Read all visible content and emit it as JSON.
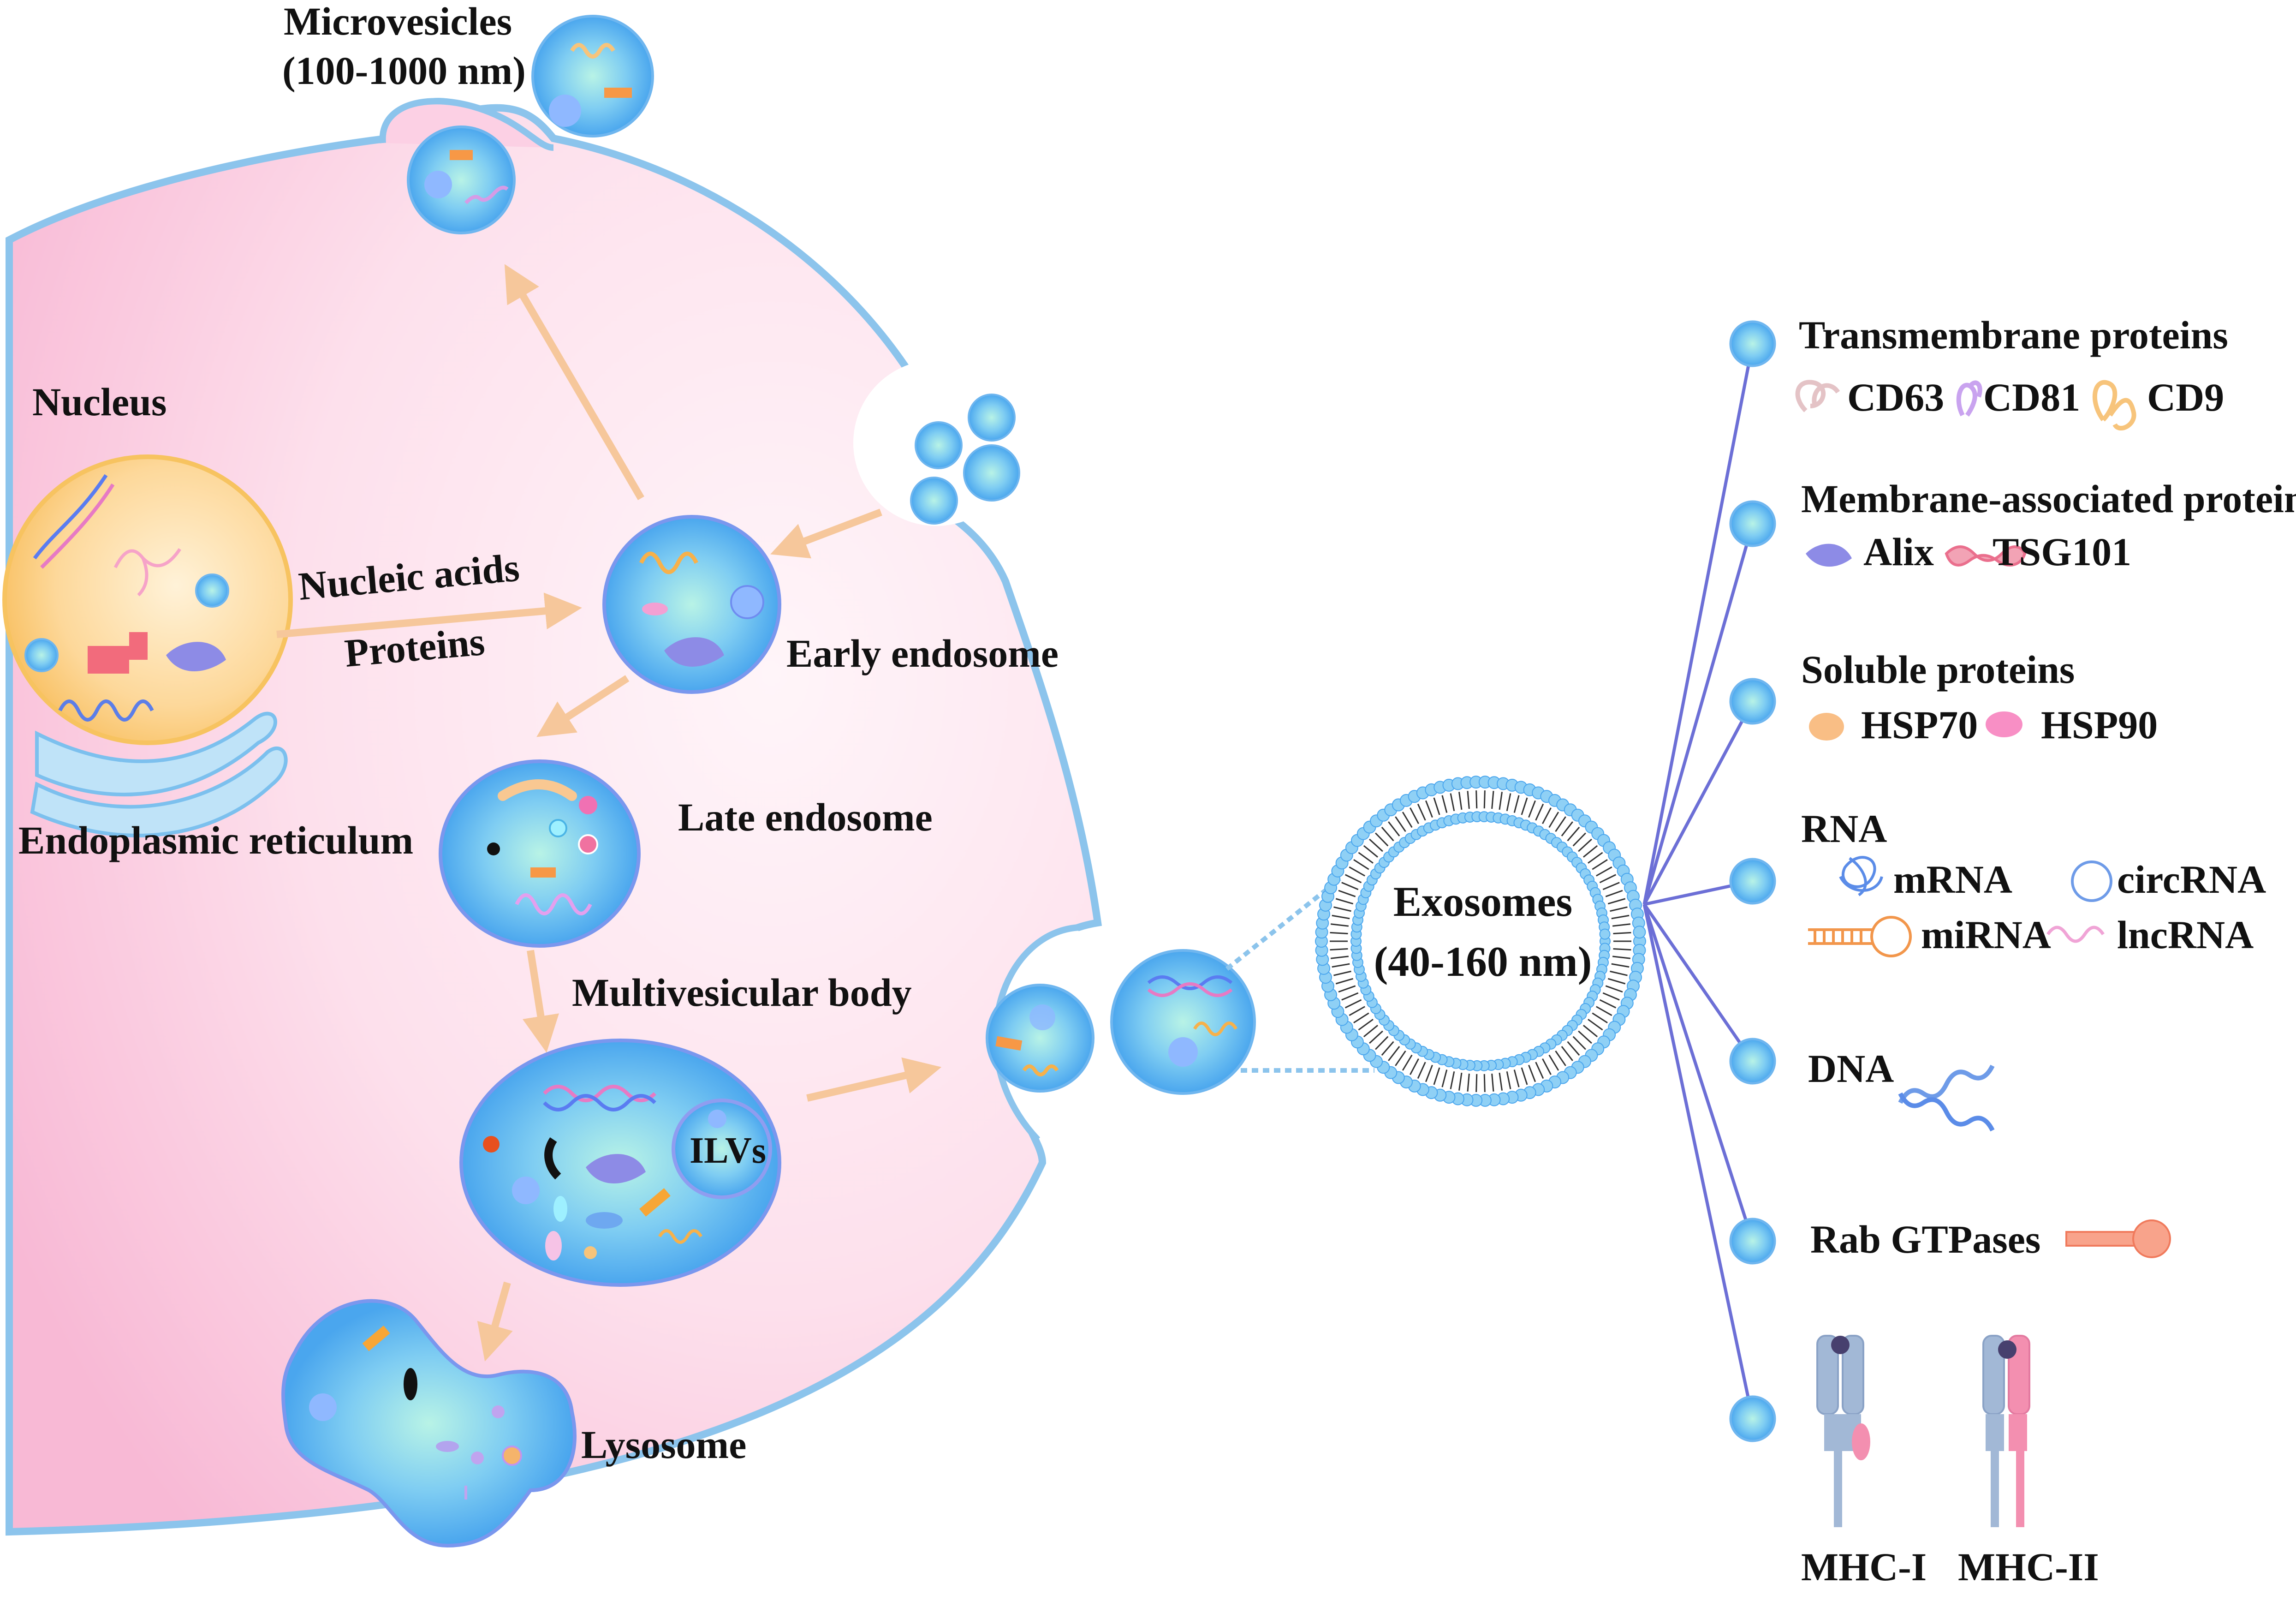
{
  "cell": {
    "nucleus": "Nucleus",
    "endoplasmic_reticulum": "Endoplasmic reticulum",
    "nucleic_acids": "Nucleic acids",
    "proteins": "Proteins",
    "early_endosome": "Early endosome",
    "late_endosome": "Late endosome",
    "multivesicular_body": "Multivesicular body",
    "ilvs": "ILVs",
    "lysosome": "Lysosome",
    "microvesicles_line1": "Microvesicles",
    "microvesicles_line2": "(100-1000 nm)"
  },
  "exosome": {
    "line1": "Exosomes",
    "line2": "(40-160 nm)"
  },
  "components": {
    "transmembrane": {
      "title": "Transmembrane proteins",
      "items": [
        "CD63",
        "CD81",
        "CD9"
      ]
    },
    "membrane_associated": {
      "title": "Membrane-associated proteins",
      "items": [
        "Alix",
        "TSG101"
      ]
    },
    "soluble": {
      "title": "Soluble proteins",
      "items": [
        "HSP70",
        "HSP90"
      ]
    },
    "rna": {
      "title": "RNA",
      "items": [
        "mRNA",
        "circRNA",
        "miRNA",
        "lncRNA"
      ]
    },
    "dna": {
      "title": "DNA"
    },
    "rab": {
      "title": "Rab GTPases"
    },
    "mhc": {
      "items": [
        "MHC-I",
        "MHC-II"
      ]
    }
  },
  "colors": {
    "cell_fill": "#fcd0e4",
    "cell_border": "#8cc4ec",
    "vesicle": "#5fb4ef",
    "arrow": "#f6c79b",
    "connector": "#6c6fd6",
    "nucleus": "#fcc96f"
  }
}
